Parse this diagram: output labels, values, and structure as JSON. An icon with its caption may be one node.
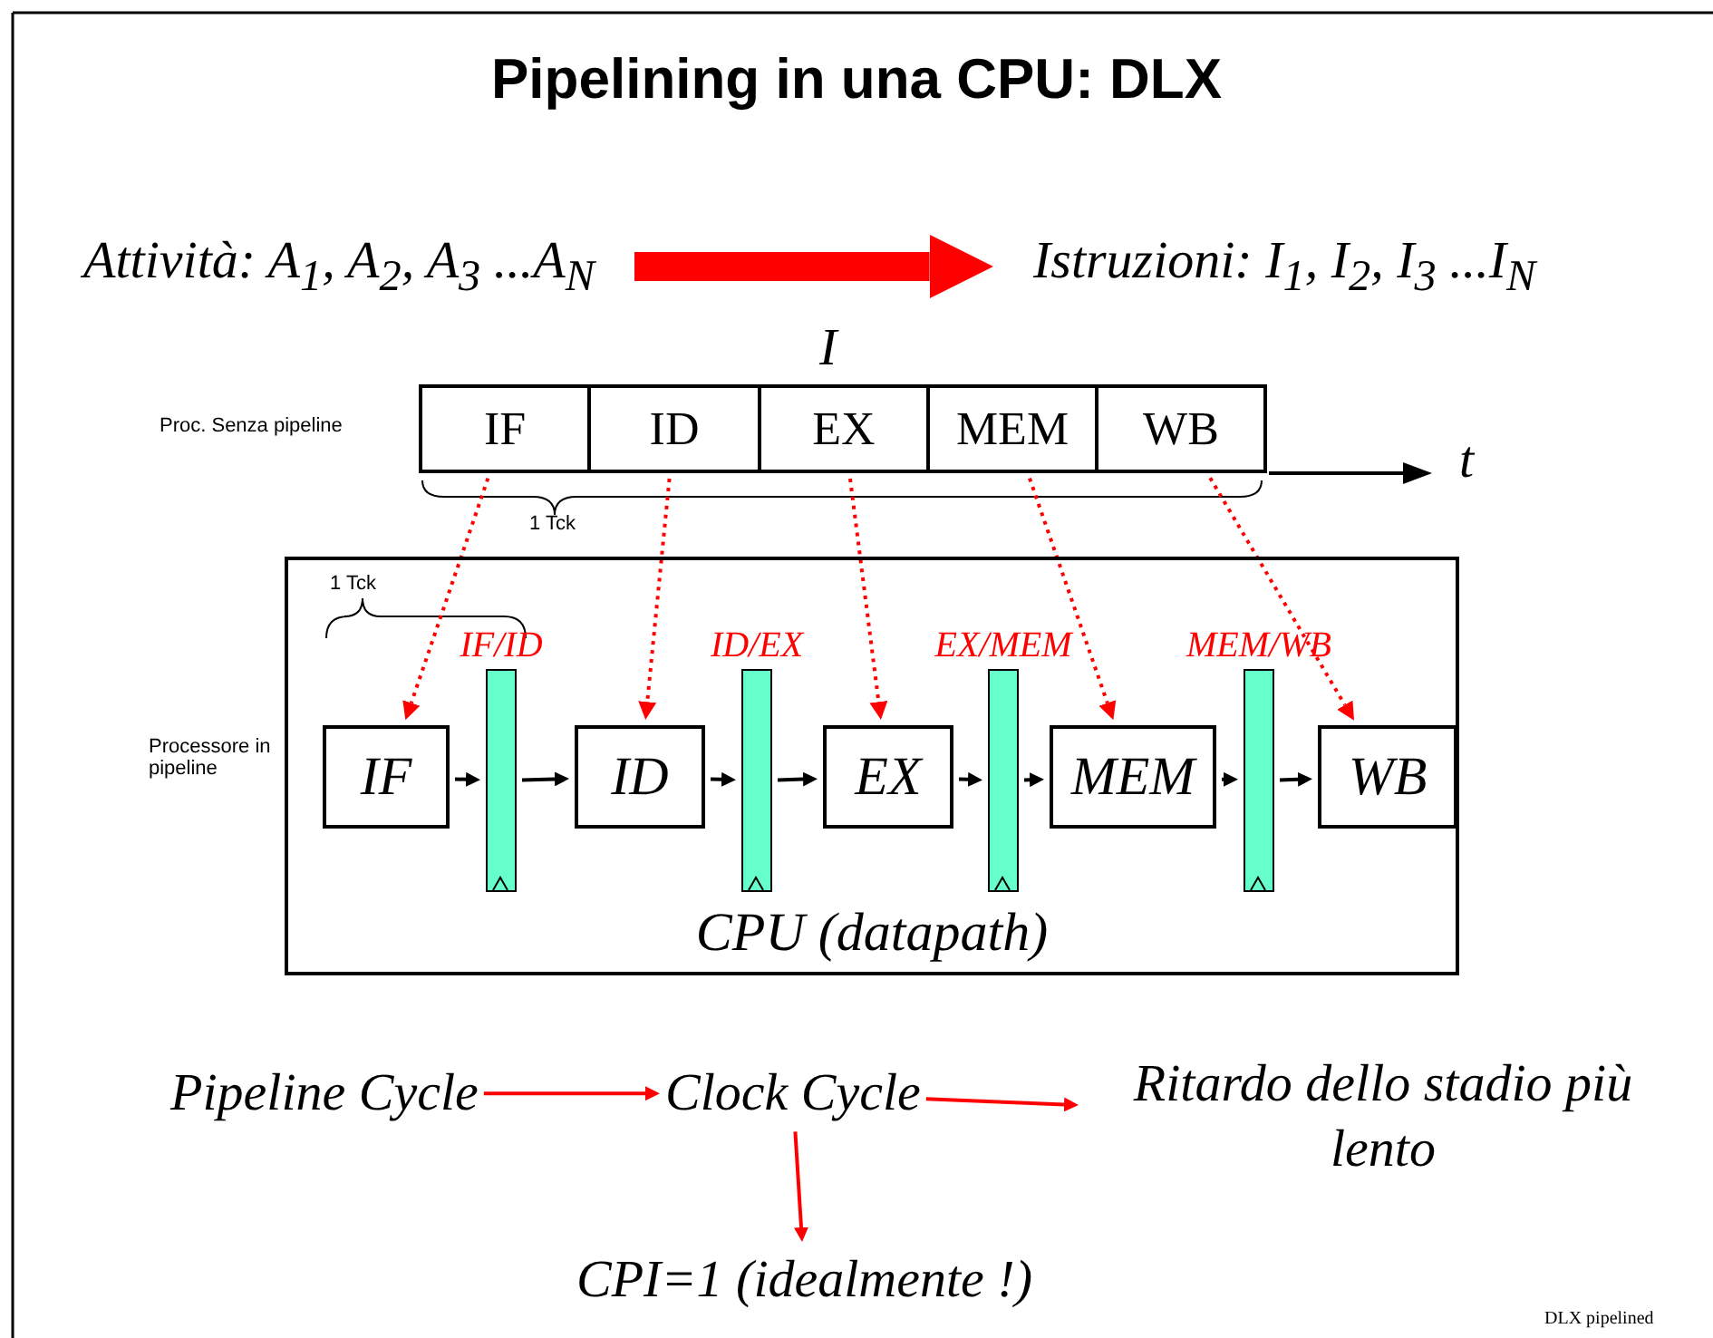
{
  "diagram": {
    "title": "Pipelining in una CPU: DLX",
    "nodes": [
      {
        "text": [
          "Attività: A$_{1}$, A$_{2}$, A$_{3}$ ...A$_{N}$"
        ]
      },
      {
        "text": [
          "Istruzioni: I$_{1}$, I$_{2}$, I$_{3}$ ...I$_{N}$"
        ]
      },
      {
        "text": [
          "IF"
        ]
      },
      {
        "text": [
          "ID"
        ]
      },
      {
        "text": [
          "EX"
        ]
      },
      {
        "text": [
          "MEM"
        ]
      },
      {
        "text": [
          "WB"
        ]
      },
      {
        "text": [
          "CPU (datapath)"
        ]
      },
      {
        "text": [
          "IF"
        ],
        "in": 7
      },
      {
        "text": [
          "IF/ID"
        ],
        "in": 7
      },
      {
        "text": [
          "ID"
        ],
        "in": 7
      },
      {
        "text": [
          "ID/EX"
        ],
        "in": 7
      },
      {
        "text": [
          "EX"
        ],
        "in": 7
      },
      {
        "text": [
          "EX/MEM"
        ],
        "in": 7
      },
      {
        "text": [
          "MEM"
        ],
        "in": 7
      },
      {
        "text": [
          "MEM/WB"
        ],
        "in": 7
      },
      {
        "text": [
          "WB"
        ],
        "in": 7
      },
      {
        "text": [
          "Pipeline Cycle"
        ]
      },
      {
        "text": [
          "Clock Cycle"
        ]
      },
      {
        "text": [
          "Ritardo dello stadio più lento"
        ]
      },
      {
        "text": [
          "CPI=1 (idealmente !)"
        ]
      }
    ],
    "edges": [
      {
        "from": 0,
        "to": 1,
        "arrow": "to",
        "style": "thick",
        "color": "#ff0000"
      },
      {
        "from": 2,
        "to": 8,
        "arrow": "to",
        "style": "dashed",
        "color": "#ff0000"
      },
      {
        "from": 3,
        "to": 10,
        "arrow": "to",
        "style": "dashed",
        "color": "#ff0000"
      },
      {
        "from": 4,
        "to": 12,
        "arrow": "to",
        "style": "dashed",
        "color": "#ff0000"
      },
      {
        "from": 5,
        "to": 14,
        "arrow": "to",
        "style": "dashed",
        "color": "#ff0000"
      },
      {
        "from": 6,
        "to": 16,
        "arrow": "to",
        "style": "dashed",
        "color": "#ff0000"
      },
      {
        "from": 8,
        "to": 9,
        "arrow": "to",
        "color": "#000000"
      },
      {
        "from": 9,
        "to": 10,
        "arrow": "to",
        "color": "#000000"
      },
      {
        "from": 10,
        "to": 11,
        "arrow": "to",
        "color": "#000000"
      },
      {
        "from": 11,
        "to": 12,
        "arrow": "to",
        "color": "#000000"
      },
      {
        "from": 12,
        "to": 13,
        "arrow": "to",
        "color": "#000000"
      },
      {
        "from": 13,
        "to": 14,
        "arrow": "to",
        "color": "#000000"
      },
      {
        "from": 14,
        "to": 15,
        "arrow": "to",
        "color": "#000000"
      },
      {
        "from": 15,
        "to": 16,
        "arrow": "to",
        "color": "#000000"
      },
      {
        "from": 17,
        "to": 18,
        "arrow": "to",
        "color": "#ff0000"
      },
      {
        "from": 18,
        "to": 19,
        "arrow": "to",
        "color": "#ff0000"
      },
      {
        "from": 18,
        "to": 20,
        "arrow": "to",
        "color": "#ff0000"
      }
    ],
    "labels": [
      "I",
      "Proc. Senza pipeline",
      "t",
      "1 Tck",
      "1 Tck",
      "Processore in pipeline",
      "DLX pipelined"
    ]
  }
}
